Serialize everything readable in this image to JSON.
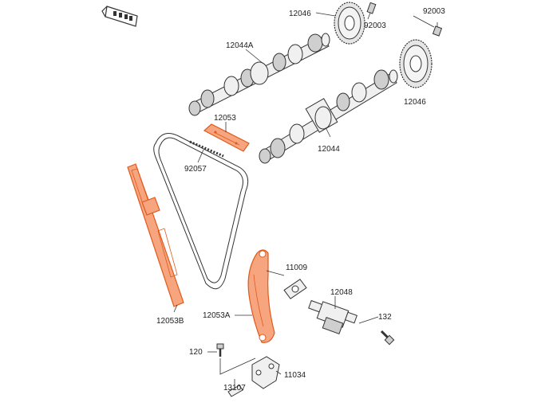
{
  "colors": {
    "highlight_fill": "#f6a57f",
    "highlight_stroke": "#e05a1c",
    "line": "#333333",
    "background": "#ffffff"
  },
  "labels": {
    "gear_left": "12046",
    "bolt_top_left": "92003",
    "bolt_top_right": "92003",
    "gear_right": "12046",
    "camshaft_upper": "12044A",
    "camshaft_lower": "12044",
    "guide_top": "12053",
    "chain": "92057",
    "guide_left": "12053B",
    "tensioner_arm": "12053A",
    "gasket": "11009",
    "tensioner": "12048",
    "bolt_tensioner": "132",
    "bolt_bracket": "120",
    "bracket": "11034",
    "pin": "13107"
  },
  "icons": {
    "front_indicator": "front-direction-icon"
  }
}
